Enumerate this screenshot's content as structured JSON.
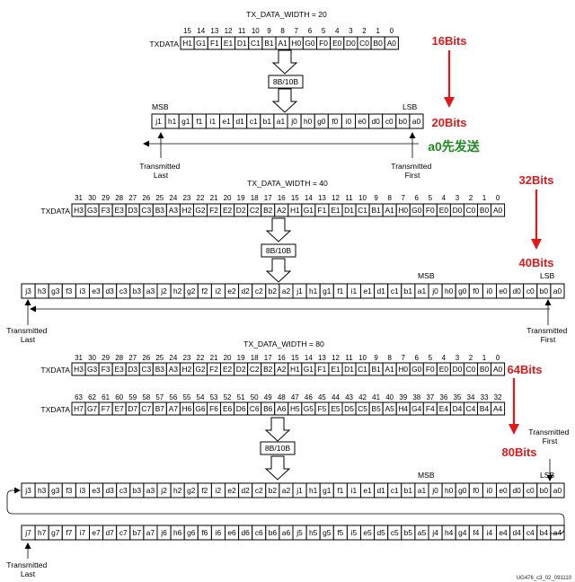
{
  "section1": {
    "title": "TX_DATA_WIDTH = 20",
    "txdata_label": "TXDATA",
    "indices": [
      "15",
      "14",
      "13",
      "12",
      "11",
      "10",
      "9",
      "8",
      "7",
      "6",
      "5",
      "4",
      "3",
      "2",
      "1",
      "0"
    ],
    "tx_cells": [
      "H1",
      "G1",
      "F1",
      "E1",
      "D1",
      "C1",
      "B1",
      "A1",
      "H0",
      "G0",
      "F0",
      "E0",
      "D0",
      "C0",
      "B0",
      "A0"
    ],
    "encoder": "8B/10B",
    "msb": "MSB",
    "lsb": "LSB",
    "enc_cells": [
      "j1",
      "h1",
      "g1",
      "f1",
      "i1",
      "e1",
      "d1",
      "c1",
      "b1",
      "a1",
      "j0",
      "h0",
      "g0",
      "f0",
      "i0",
      "e0",
      "d0",
      "c0",
      "b0",
      "a0"
    ],
    "transmitted_last": [
      "Transmitted",
      "Last"
    ],
    "transmitted_first": [
      "Transmitted",
      "First"
    ],
    "red_top": "16Bits",
    "red_bottom": "20Bits",
    "green_note": "a0先发送"
  },
  "section2": {
    "title": "TX_DATA_WIDTH = 40",
    "txdata_label": "TXDATA",
    "indices": [
      "31",
      "30",
      "29",
      "28",
      "27",
      "26",
      "25",
      "24",
      "23",
      "22",
      "21",
      "20",
      "19",
      "18",
      "17",
      "16",
      "15",
      "14",
      "13",
      "12",
      "11",
      "10",
      "9",
      "8",
      "7",
      "6",
      "5",
      "4",
      "3",
      "2",
      "1",
      "0"
    ],
    "tx_cells": [
      "H3",
      "G3",
      "F3",
      "E3",
      "D3",
      "C3",
      "B3",
      "A3",
      "H2",
      "G2",
      "F2",
      "E2",
      "D2",
      "C2",
      "B2",
      "A2",
      "H1",
      "G1",
      "F1",
      "E1",
      "D1",
      "C1",
      "B1",
      "A1",
      "H0",
      "G0",
      "F0",
      "E0",
      "D0",
      "C0",
      "B0",
      "A0"
    ],
    "encoder": "8B/10B",
    "msb": "MSB",
    "lsb": "LSB",
    "enc_cells": [
      "j3",
      "h3",
      "g3",
      "f3",
      "i3",
      "e3",
      "d3",
      "c3",
      "b3",
      "a3",
      "j2",
      "h2",
      "g2",
      "f2",
      "i2",
      "e2",
      "d2",
      "c2",
      "b2",
      "a2",
      "j1",
      "h1",
      "g1",
      "f1",
      "i1",
      "e1",
      "d1",
      "c1",
      "b1",
      "a1",
      "j0",
      "h0",
      "g0",
      "f0",
      "i0",
      "e0",
      "d0",
      "c0",
      "b0",
      "a0"
    ],
    "transmitted_last": [
      "Transmitted",
      "Last"
    ],
    "transmitted_first": [
      "Transmitted",
      "First"
    ],
    "red_top": "32Bits",
    "red_bottom": "40Bits"
  },
  "section3": {
    "title": "TX_DATA_WIDTH = 80",
    "txdata_label": "TXDATA",
    "indices_low": [
      "31",
      "30",
      "29",
      "28",
      "27",
      "26",
      "25",
      "24",
      "23",
      "22",
      "21",
      "20",
      "19",
      "18",
      "17",
      "16",
      "15",
      "14",
      "13",
      "12",
      "11",
      "10",
      "9",
      "8",
      "7",
      "6",
      "5",
      "4",
      "3",
      "2",
      "1",
      "0"
    ],
    "tx_cells_low": [
      "H3",
      "G3",
      "F3",
      "E3",
      "D3",
      "C3",
      "B3",
      "A3",
      "H2",
      "G2",
      "F2",
      "E2",
      "D2",
      "C2",
      "B2",
      "A2",
      "H1",
      "G1",
      "F1",
      "E1",
      "D1",
      "C1",
      "B1",
      "A1",
      "H0",
      "G0",
      "F0",
      "E0",
      "D0",
      "C0",
      "B0",
      "A0"
    ],
    "indices_high": [
      "63",
      "62",
      "61",
      "60",
      "59",
      "58",
      "57",
      "56",
      "55",
      "54",
      "53",
      "52",
      "51",
      "50",
      "49",
      "48",
      "47",
      "46",
      "45",
      "44",
      "43",
      "42",
      "41",
      "40",
      "39",
      "38",
      "37",
      "36",
      "35",
      "34",
      "33",
      "32"
    ],
    "tx_cells_high": [
      "H7",
      "G7",
      "F7",
      "E7",
      "D7",
      "C7",
      "B7",
      "A7",
      "H6",
      "G6",
      "F6",
      "E6",
      "D6",
      "C6",
      "B6",
      "A6",
      "H5",
      "G5",
      "F5",
      "E5",
      "D5",
      "C5",
      "B5",
      "A5",
      "H4",
      "G4",
      "F4",
      "E4",
      "D4",
      "C4",
      "B4",
      "A4"
    ],
    "encoder": "8B/10B",
    "msb": "MSB",
    "lsb": "LSB",
    "enc_cells_low": [
      "j3",
      "h3",
      "g3",
      "f3",
      "i3",
      "e3",
      "d3",
      "c3",
      "b3",
      "a3",
      "j2",
      "h2",
      "g2",
      "f2",
      "i2",
      "e2",
      "d2",
      "c2",
      "b2",
      "a2",
      "j1",
      "h1",
      "g1",
      "f1",
      "i1",
      "e1",
      "d1",
      "c1",
      "b1",
      "a1",
      "j0",
      "h0",
      "g0",
      "f0",
      "i0",
      "e0",
      "d0",
      "c0",
      "b0",
      "a0"
    ],
    "enc_cells_high": [
      "j7",
      "h7",
      "g7",
      "f7",
      "i7",
      "e7",
      "d7",
      "c7",
      "b7",
      "a7",
      "j6",
      "h6",
      "g6",
      "f6",
      "i6",
      "e6",
      "d6",
      "c6",
      "b6",
      "a6",
      "j5",
      "h5",
      "g5",
      "f5",
      "i5",
      "e5",
      "d5",
      "c5",
      "b5",
      "a5",
      "j4",
      "h4",
      "g4",
      "f4",
      "i4",
      "e4",
      "d4",
      "c4",
      "b4",
      "a4"
    ],
    "transmitted_last": [
      "Transmitted",
      "Last"
    ],
    "transmitted_first": [
      "Transmitted",
      "First"
    ],
    "red_top": "64Bits",
    "red_bottom": "80Bits"
  },
  "footer": "UG476_c3_02_091110"
}
